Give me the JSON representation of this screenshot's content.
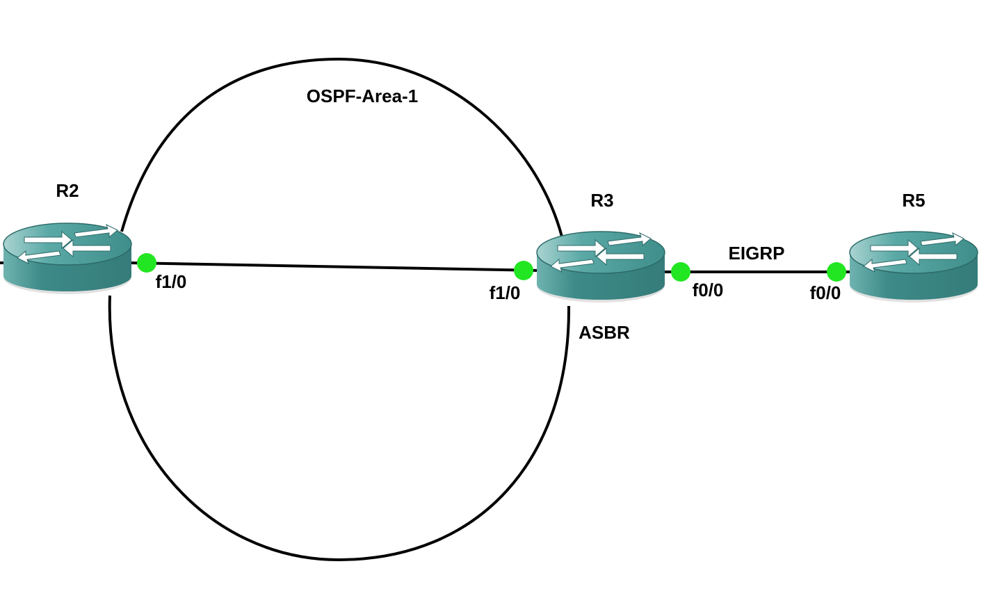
{
  "colors": {
    "background": "#ffffff",
    "link": "#000000",
    "port_up": "#22e622",
    "router_body": "#3d8a88",
    "router_top": "#5aa9a6",
    "router_edge": "#2c6a68",
    "arrow": "#ffffff"
  },
  "area": {
    "label": "OSPF-Area-1"
  },
  "routers": {
    "r2": {
      "name": "R2",
      "icon": "router-icon"
    },
    "r3": {
      "name": "R3",
      "role": "ASBR",
      "icon": "router-icon"
    },
    "r5": {
      "name": "R5",
      "icon": "router-icon"
    }
  },
  "links": {
    "r2_r3": {
      "a_port": "f1/0",
      "b_port": "f1/0"
    },
    "r3_r5": {
      "protocol": "EIGRP",
      "a_port": "f0/0",
      "b_port": "f0/0"
    }
  }
}
